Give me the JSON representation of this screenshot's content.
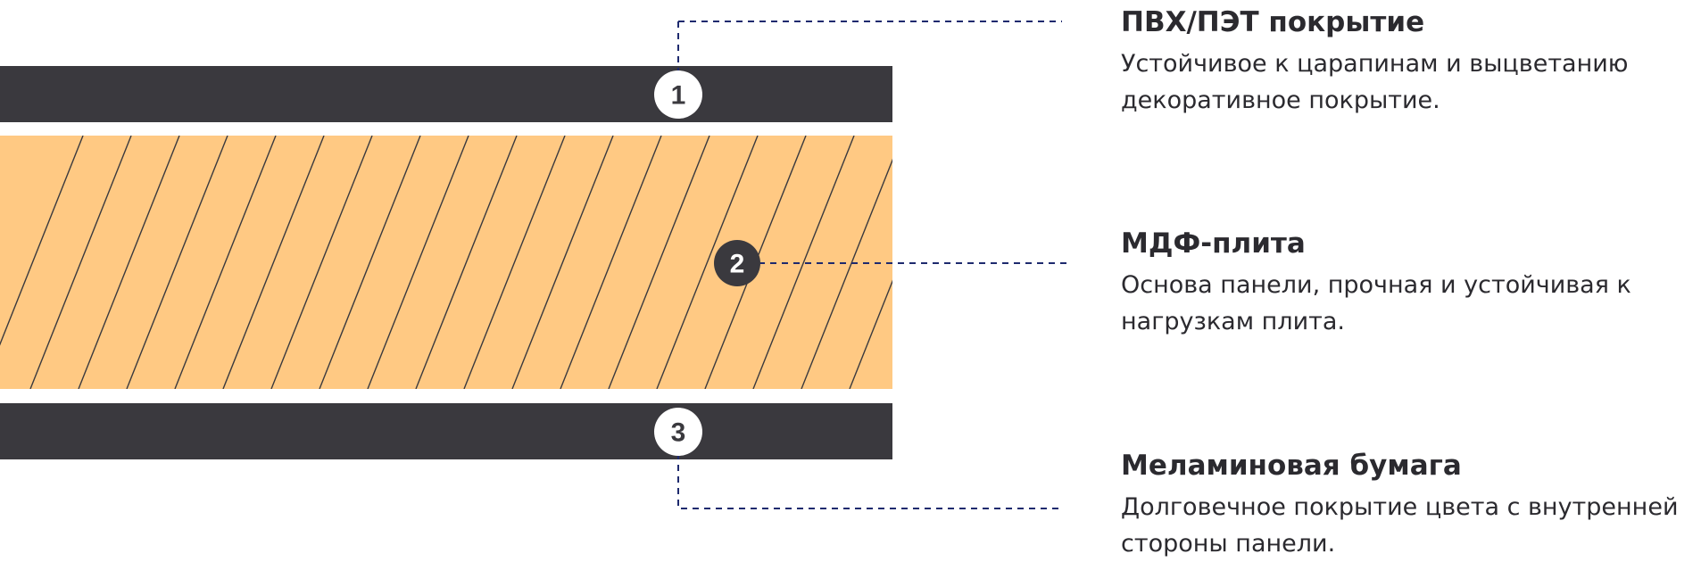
{
  "layers": [
    {
      "number": "1",
      "title": "ПВХ/ПЭТ покрытие",
      "description_lines": [
        "Устойчивое к царапинам и выцветанию",
        "декоративное покрытие."
      ]
    },
    {
      "number": "2",
      "title": "МДФ-плита",
      "description_lines": [
        "Основа панели, прочная и устойчивая к",
        "нагрузкам плита."
      ]
    },
    {
      "number": "3",
      "title": "Меламиновая бумага",
      "description_lines": [
        "Долговечное покрытие цвета с внутренней",
        "стороны панели."
      ]
    }
  ],
  "colors": {
    "dark_layer": "#3a393e",
    "mdf_layer": "#ffc983",
    "leader_line": "#1e2a6e",
    "text": "#2b2a2f"
  }
}
